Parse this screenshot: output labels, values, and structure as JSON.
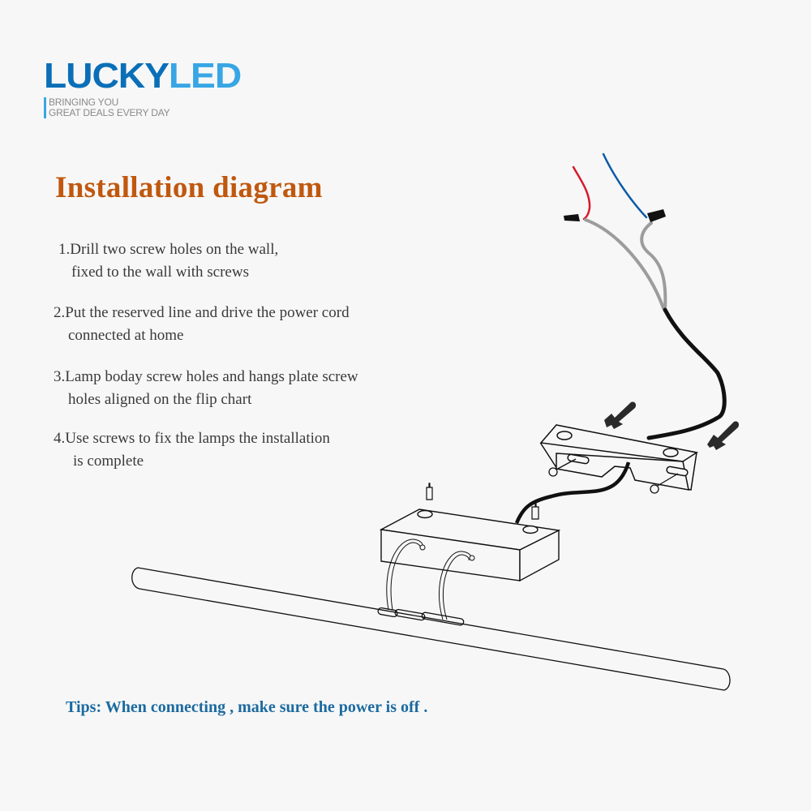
{
  "brand": {
    "name_part1": "LUCKY",
    "name_part2": "LED",
    "tagline_line1": "BRINGING YOU",
    "tagline_line2": "GREAT DEALS EVERY DAY",
    "colors": {
      "primary": "#0a6fb7",
      "secondary": "#38a6e4",
      "tagline": "#8a8a8a"
    }
  },
  "heading": {
    "title": "Installation diagram",
    "color": "#c0580f"
  },
  "steps": [
    {
      "line1": "1.Drill two screw holes on the wall,",
      "line2": "fixed to the wall with screws"
    },
    {
      "line1": "2.Put the reserved line and drive the power cord",
      "line2": "connected at home"
    },
    {
      "line1": "3.Lamp boday screw holes and hangs plate screw",
      "line2": "holes aligned on the flip chart"
    },
    {
      "line1": "4.Use screws to fix the lamps the installation",
      "line2": "is complete"
    }
  ],
  "tips": {
    "text": "Tips: When connecting , make sure the power is off .",
    "color": "#1b6aa0"
  },
  "diagram": {
    "wire_colors": {
      "live": "#d7192d",
      "neutral": "#0b5aa6",
      "sheath": "#9c9c9c",
      "cord": "#111111"
    },
    "parts": [
      "wall-wires",
      "wire-connectors",
      "power-cord",
      "wall-bracket",
      "wall-anchors",
      "mounting-screws",
      "lamp-base-box",
      "lamp-arms",
      "light-bar",
      "up-arrows"
    ]
  }
}
